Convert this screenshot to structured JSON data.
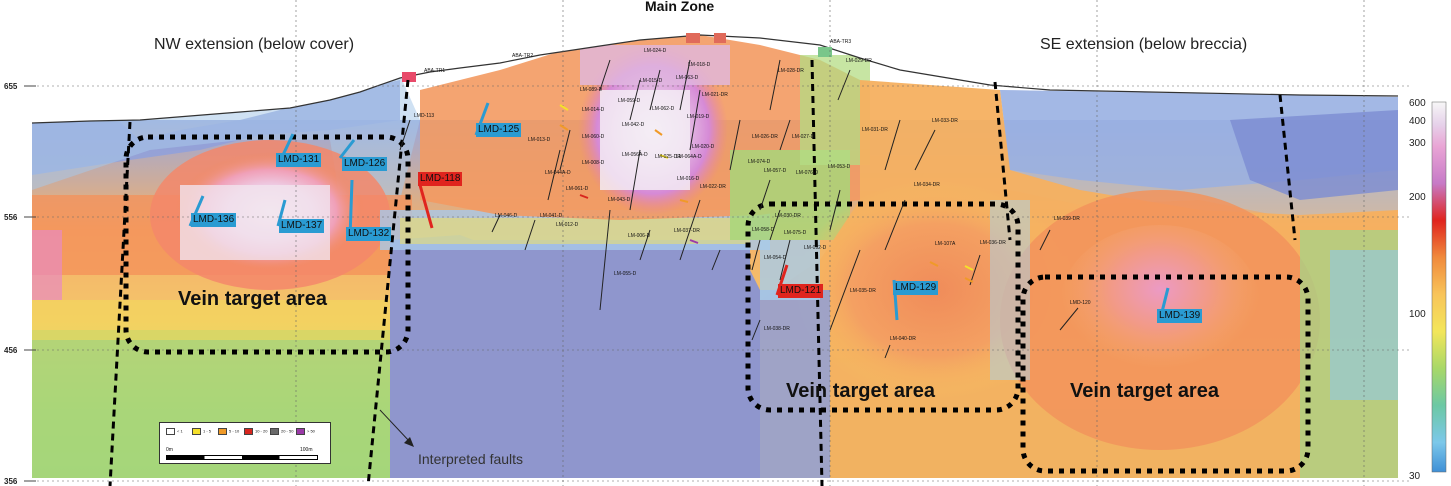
{
  "title": "Main Zone",
  "regions": {
    "nw": "NW extension (below cover)",
    "se": "SE extension (below breccia)"
  },
  "y_ticks": [
    "655",
    "556",
    "456",
    "356"
  ],
  "targets": [
    "Vein target area",
    "Vein target area",
    "Vein target area"
  ],
  "fault_label": "Interpreted faults",
  "highlighted_holes": [
    {
      "name": "LMD-131",
      "color": "#2a9bd2"
    },
    {
      "name": "LMD-126",
      "color": "#2a9bd2"
    },
    {
      "name": "LMD-136",
      "color": "#2a9bd2"
    },
    {
      "name": "LMD-137",
      "color": "#2a9bd2"
    },
    {
      "name": "LMD-132",
      "color": "#2a9bd2"
    },
    {
      "name": "LMD-125",
      "color": "#2a9bd2"
    },
    {
      "name": "LMD-118",
      "color": "#e0241e"
    },
    {
      "name": "LMD-121",
      "color": "#e0241e"
    },
    {
      "name": "LMD-129",
      "color": "#2a9bd2"
    },
    {
      "name": "LMD-139",
      "color": "#2a9bd2"
    }
  ],
  "drillholes": [
    "LMD-113",
    "ABA-TR1",
    "ABA-TR2",
    "ABA-TR3",
    "LM-024-D",
    "LM-018-D",
    "LM-029-DR",
    "LM-028-DR",
    "LM-015-D",
    "LM-063-D",
    "LM-021-DR",
    "LM-089-D",
    "LM-059-D",
    "LM-062-D",
    "LM-014-D",
    "LM-042-D",
    "LM-019-D",
    "LM-013-D",
    "LM-060-D",
    "LM-025-DR",
    "LM-020-D",
    "LM-008-D",
    "LM-056A-D",
    "LM-064A-D",
    "LM-044A-D",
    "LM-061-D",
    "LM-016-D",
    "LM-043-D",
    "LM-022-DR",
    "LM-026-DR",
    "LM-027-D",
    "LM-031-DR",
    "LM-033-DR",
    "LM-074-D",
    "LM-057-D",
    "LM-076-D",
    "LM-053-D",
    "LM-034-DR",
    "LM-046-D",
    "LM-041-D",
    "LM-012-D",
    "LM-006-D",
    "LM-037-DR",
    "LM-030-DR",
    "LM-058-D",
    "LM-075-D",
    "LM-092-D",
    "LM-054-D",
    "LM-055-D",
    "LM-035-DR",
    "LM-038-DR",
    "LM-040-DR",
    "LM-107A",
    "LM-036-DR",
    "LM-039-DR",
    "LMD-120"
  ],
  "colorbar": {
    "ticks": [
      "600",
      "400",
      "300",
      "200",
      "100",
      "30"
    ],
    "colors": [
      "#f4f4f4",
      "#dcc8e0",
      "#e9a0d2",
      "#c978c8",
      "#e0241e",
      "#f08a3c",
      "#f8c45a",
      "#f5e85a",
      "#b8dc6a",
      "#6cc8a0",
      "#7cc8e8",
      "#4a9ad8"
    ]
  },
  "legend": {
    "items": [
      "< 1",
      "1 - 5",
      "5 - 10",
      "10 - 20",
      "20 - 50",
      "> 50"
    ],
    "colors": [
      "#ffffff",
      "#f5e02a",
      "#f09a28",
      "#d8261e",
      "#6a6a6a",
      "#9b3aa8"
    ],
    "scale_start": "0m",
    "scale_end": "100m"
  }
}
